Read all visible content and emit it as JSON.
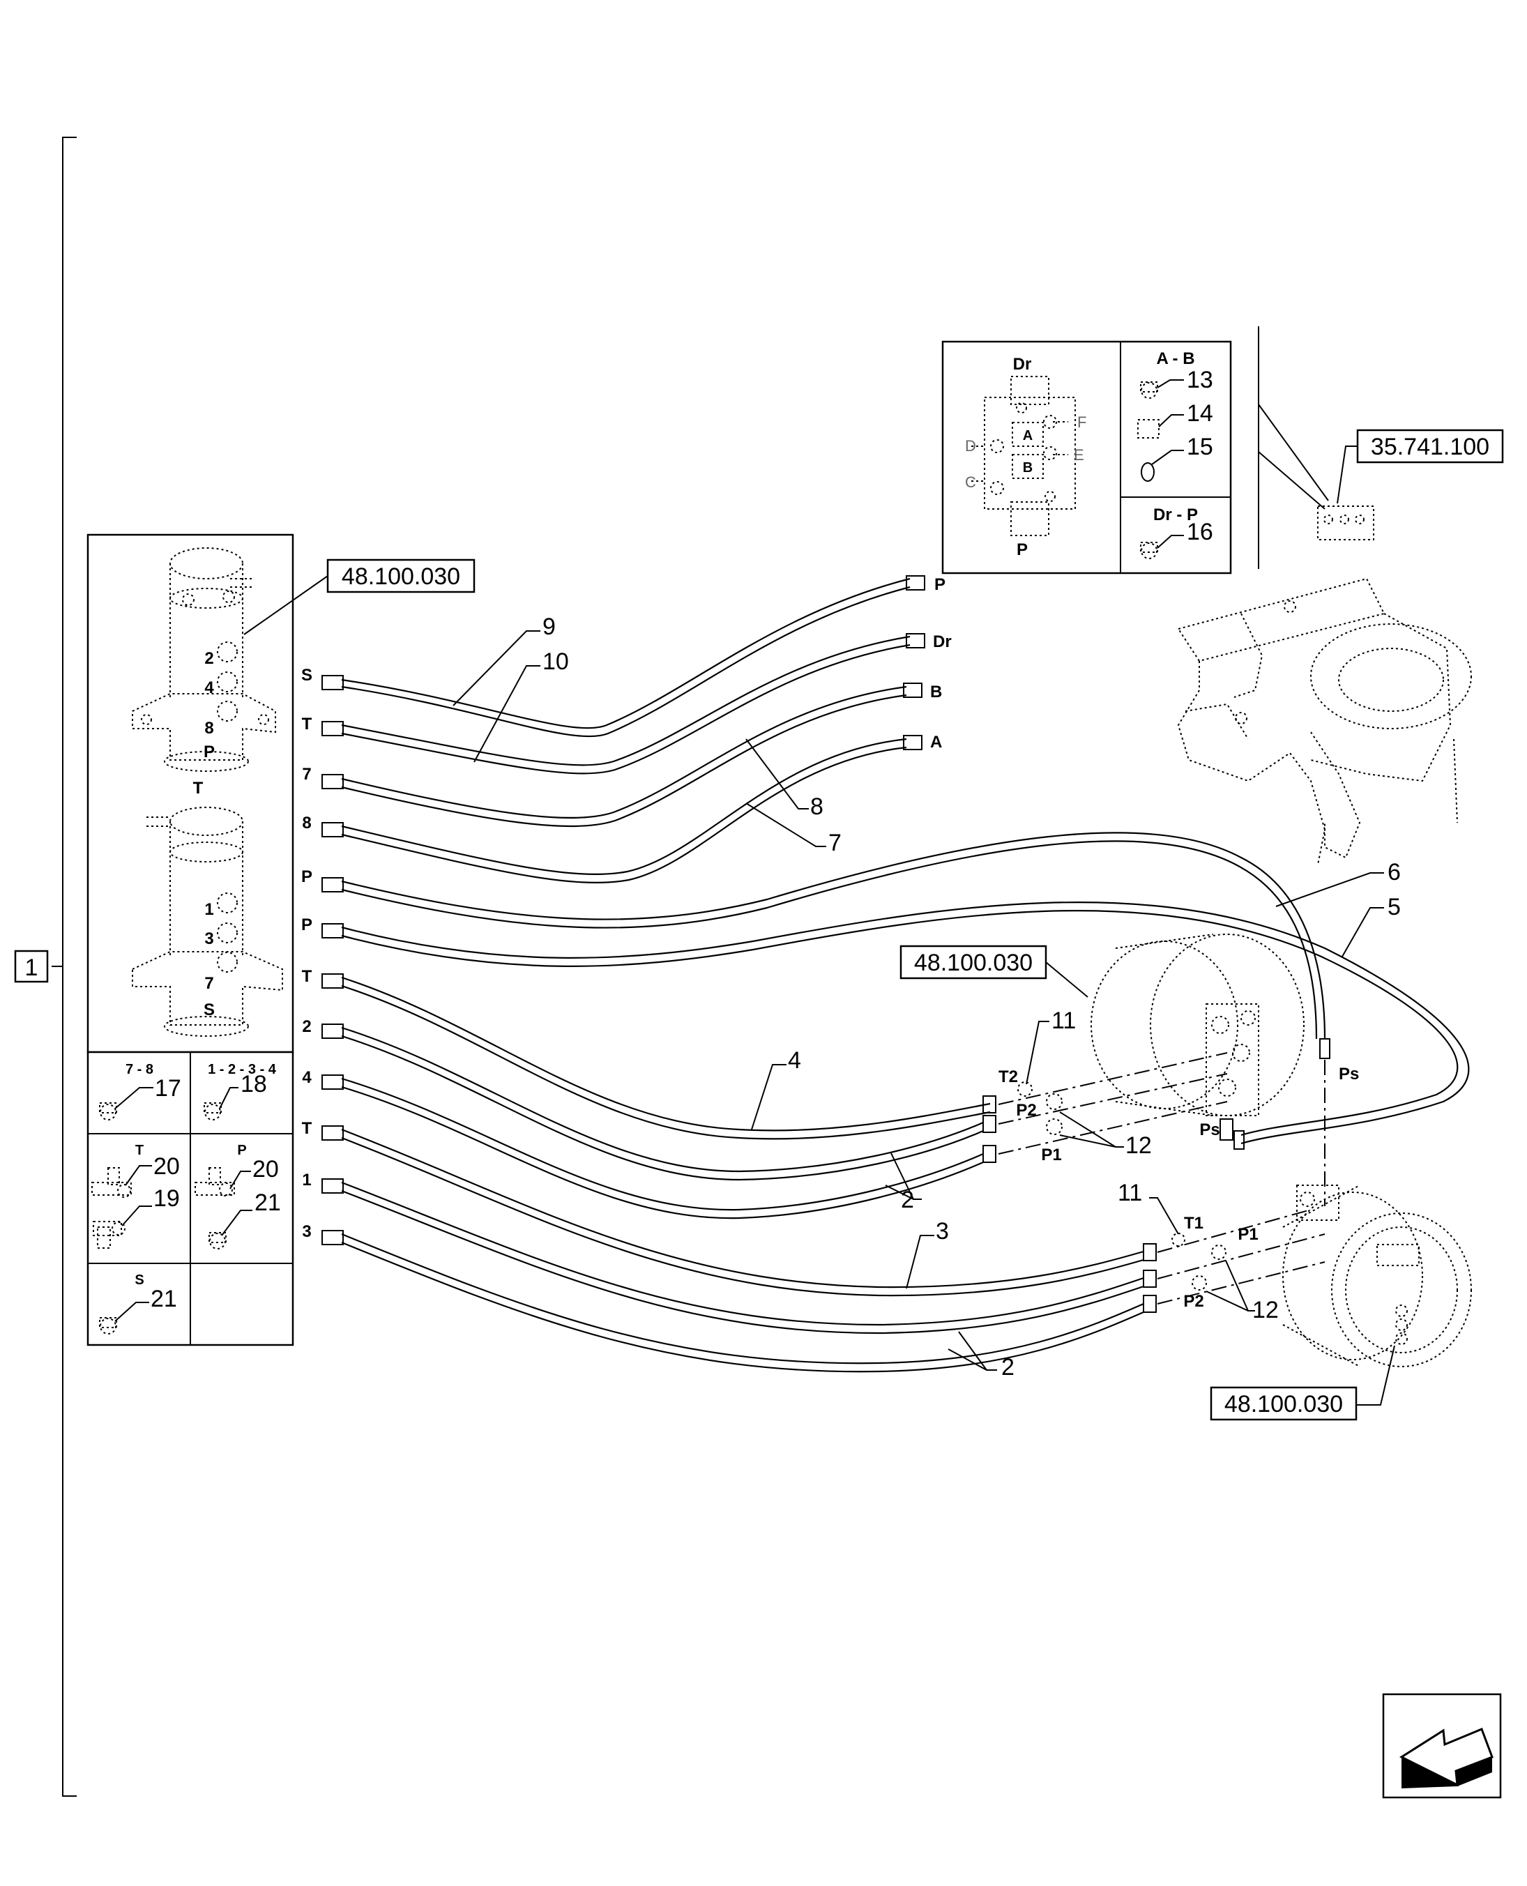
{
  "group": "1",
  "references": {
    "top_left": "48.100.030",
    "top_right": "35.741.100",
    "mid": "48.100.030",
    "bottom": "48.100.030"
  },
  "callouts": {
    "n2a": "2",
    "n2b": "2",
    "n3": "3",
    "n4": "4",
    "n5": "5",
    "n6": "6",
    "n7": "7",
    "n8": "8",
    "n9": "9",
    "n10": "10",
    "n11a": "11",
    "n11b": "11",
    "n12a": "12",
    "n12b": "12"
  },
  "hose_end_labels": {
    "left": [
      "S",
      "T",
      "7",
      "8",
      "P",
      "P",
      "T",
      "2",
      "4",
      "T",
      "1",
      "3"
    ],
    "right_top": [
      "P",
      "Dr",
      "B",
      "A"
    ]
  },
  "motor_ports": {
    "t2": "T2",
    "p2_upper": "P2",
    "p1_upper": "P1",
    "ps_upper": "Ps",
    "ps_lower": "Ps",
    "t1": "T1",
    "p1_lower": "P1",
    "p2_lower": "P2"
  },
  "swivel_labels": {
    "upper": [
      "2",
      "4",
      "8",
      "P",
      "T"
    ],
    "lower": [
      "1",
      "3",
      "7",
      "S"
    ]
  },
  "valve_inset": {
    "top": "Dr",
    "bottom": "P",
    "inner": [
      "A",
      "B"
    ],
    "sides": [
      "D",
      "C",
      "F",
      "E"
    ],
    "ab_header": "A - B",
    "ab_parts": [
      "13",
      "14",
      "15"
    ],
    "drp_header": "Dr - P",
    "drp_part": "16"
  },
  "fitting_table": {
    "cells": [
      {
        "header": "7 - 8",
        "parts": [
          "17"
        ]
      },
      {
        "header": "1 - 2 - 3 - 4",
        "parts": [
          "18"
        ]
      },
      {
        "header": "T",
        "parts": [
          "20",
          "19"
        ]
      },
      {
        "header": "P",
        "parts": [
          "20",
          "21"
        ]
      },
      {
        "header": "S",
        "parts": [
          "21"
        ]
      }
    ]
  }
}
